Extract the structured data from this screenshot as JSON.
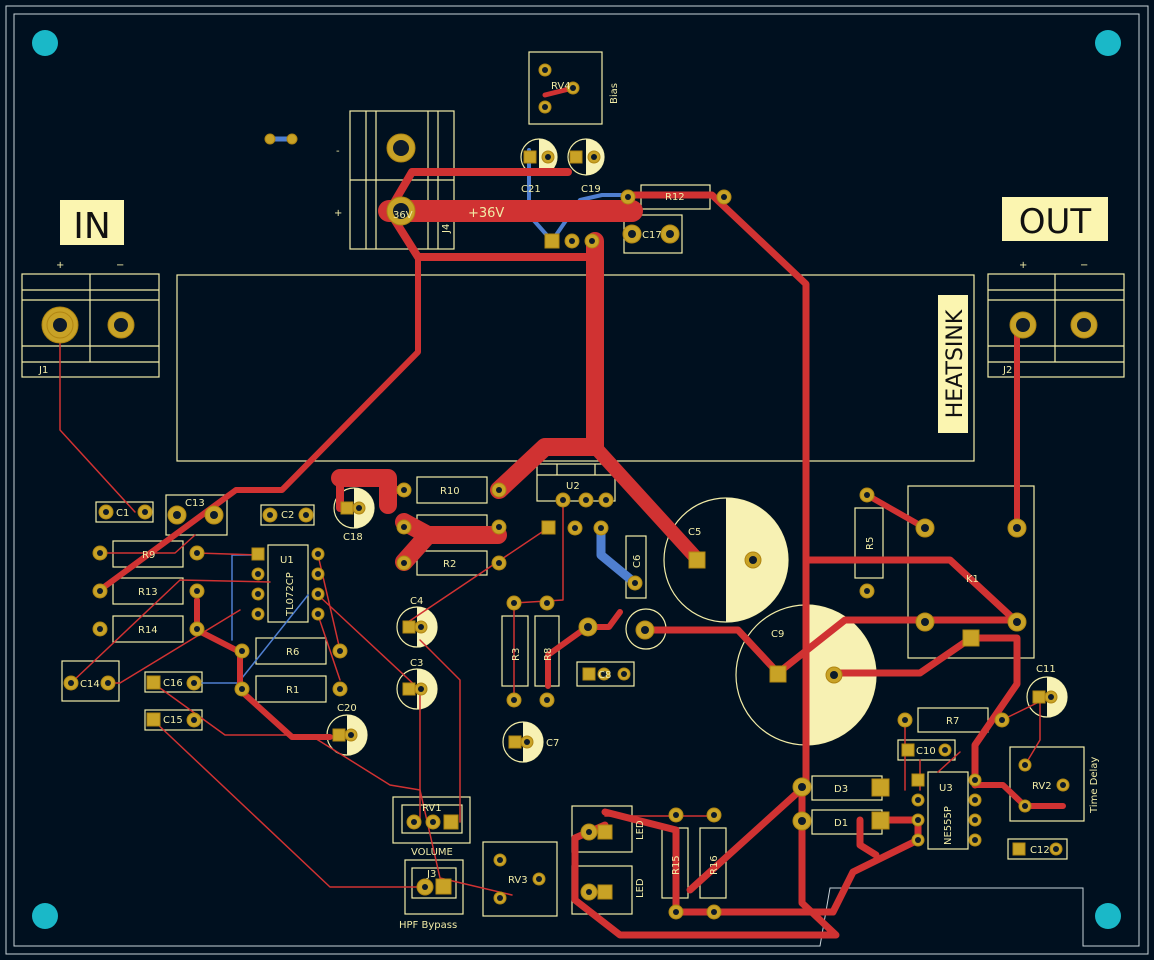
{
  "colors": {
    "background": "#00101f",
    "silkscreen": "#f2eca6",
    "front_copper": "#d03232",
    "back_copper": "#4f7fd0",
    "pad": "#c8a226",
    "mounting_hole": "#1ab8c8",
    "label_fill": "#fbf5b0"
  },
  "labels": {
    "in": "IN",
    "out": "OUT",
    "heatsink": "HEATSINK",
    "plus36": "+36V",
    "bias": "Bias",
    "volume": "VOLUME",
    "hpf_bypass": "HPF Bypass",
    "time_delay": "Time Delay",
    "led1": "LED",
    "led2": "LED",
    "plus": "+",
    "minus": "−",
    "j4_plus": "+",
    "j4_minus": "-",
    "j4_pad": "36V"
  },
  "refs": {
    "j1": "J1",
    "j2": "J2",
    "j3": "J3",
    "j4": "J4",
    "u1": "U1",
    "u1_part": "TL072CP",
    "u2": "U2",
    "u3": "U3",
    "u3_part": "NE555P",
    "c1": "C1",
    "c2": "C2",
    "c3": "C3",
    "c4": "C4",
    "c5": "C5",
    "c6": "C6",
    "c7": "C7",
    "c8": "C8",
    "c9": "C9",
    "c10": "C10",
    "c11": "C11",
    "c12": "C12",
    "c13": "C13",
    "c14": "C14",
    "c15": "C15",
    "c16": "C16",
    "c17": "C17",
    "c18": "C18",
    "c19": "C19",
    "c20": "C20",
    "c21": "C21",
    "r1": "R1",
    "r2": "R2",
    "r3": "R3",
    "r5": "R5",
    "r6": "R6",
    "r7": "R7",
    "r8": "R8",
    "r9": "R9",
    "r10": "R10",
    "r12": "R12",
    "r13": "R13",
    "r14": "R14",
    "r15": "R15",
    "r16": "R16",
    "rv1": "RV1",
    "rv2": "RV2",
    "rv3": "RV3",
    "rv4": "RV4",
    "d1": "D1",
    "d3": "D3",
    "k1": "K1"
  }
}
